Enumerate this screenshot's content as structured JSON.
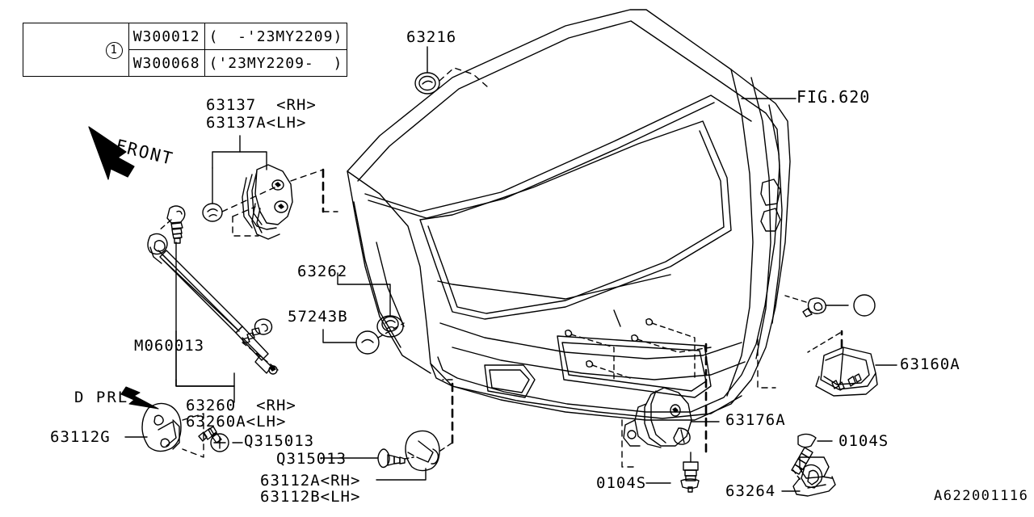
{
  "diagram": {
    "id_code": "A622001116",
    "figure_ref": "FIG.620",
    "orientation_marker": "FRONT",
    "detail_marker": "D PRL",
    "index_symbol": "1"
  },
  "legend_table": {
    "index": "1",
    "rows": [
      {
        "part_no": "W300012",
        "applicability": "(  -'23MY2209)"
      },
      {
        "part_no": "W300068",
        "applicability": "('23MY2209-  )"
      }
    ]
  },
  "callouts": {
    "hinge_rh": "63137  <RH>",
    "hinge_lh": "63137A<LH>",
    "grommet_63216": "63216",
    "grommet_63262": "63262",
    "plug_57243B": "57243B",
    "stay_ball_stud": "M060013",
    "gas_stay_rh": "63260  <RH>",
    "gas_stay_lh": "63260A<LH>",
    "stopper_63112G": "63112G",
    "screw_q315013_a": "Q315013",
    "screw_q315013_b": "Q315013",
    "bumper_63112A": "63112A<RH>",
    "bumper_63112B": "63112B<LH>",
    "latch_63176A": "63176A",
    "bolt_0104S_left": "0104S",
    "bolt_0104S_right": "0104S",
    "striker_63264": "63264",
    "cover_63160A": "63160A",
    "figure_620": "FIG.620"
  }
}
